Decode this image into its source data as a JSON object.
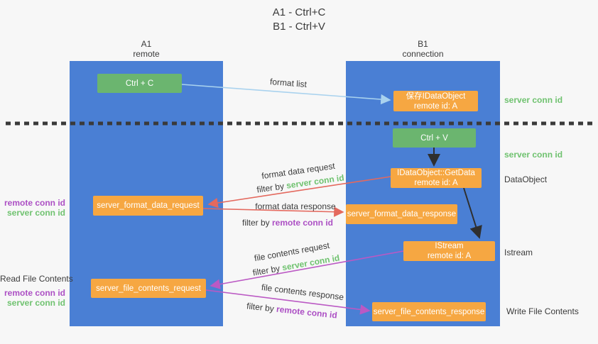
{
  "title": {
    "line1": "A1 - Ctrl+C",
    "line2": "B1 - Ctrl+V"
  },
  "lanes": {
    "left": {
      "name": "A1",
      "role": "remote"
    },
    "right": {
      "name": "B1",
      "role": "connection"
    }
  },
  "nodes": {
    "ctrl_c": "Ctrl + C",
    "ctrl_v": "Ctrl + V",
    "save_dataobject": {
      "line1": "保存IDataObject",
      "line2": "remote id: A"
    },
    "getdata": {
      "line1": "IDataObject::GetData",
      "line2": "remote id: A"
    },
    "istream": {
      "line1": "IStream",
      "line2": "remote id: A"
    },
    "format_request": "server_format_data_request",
    "format_response": "server_format_data_response",
    "file_request": "server_file_contents_request",
    "file_response": "server_file_contents_response"
  },
  "arrow_labels": {
    "format_list": "format list",
    "format_data_request": "format data request",
    "format_data_request_filter": {
      "prefix": "filter by ",
      "key": "server conn id"
    },
    "format_data_response": "format data response",
    "format_data_response_filter": {
      "prefix": "filter by ",
      "key": "remote conn id"
    },
    "file_contents_request": "file contents request",
    "file_contents_request_filter": {
      "prefix": "filter by ",
      "key": "server conn id"
    },
    "file_contents_response": "file contents response",
    "file_contents_response_filter": {
      "prefix": "filter by ",
      "key": "remote conn id"
    }
  },
  "side_labels": {
    "right_server_conn_id_top": "server conn id",
    "right_server_conn_id_mid": "server conn id",
    "right_dataobject": "DataObject",
    "right_istream": "Istream",
    "right_write_file": "Write File Contents",
    "left_remote_conn_id_top": "remote conn id",
    "left_server_conn_id_top": "server conn id",
    "left_read_file": "Read File Contents",
    "left_remote_conn_id_bottom": "remote conn id",
    "left_server_conn_id_bottom": "server conn id"
  },
  "colors": {
    "lane_blue": "#4a7fd4",
    "node_orange": "#f6a742",
    "node_green": "#6bb56f",
    "conn_id_green": "#6fc26f",
    "conn_id_purple": "#ac4fc4",
    "arrow_red": "#e4695e",
    "arrow_purple": "#bb59c4",
    "arrow_lightblue": "#a9d2ee",
    "arrow_black": "#2f2f2f",
    "background": "#f7f7f7"
  }
}
